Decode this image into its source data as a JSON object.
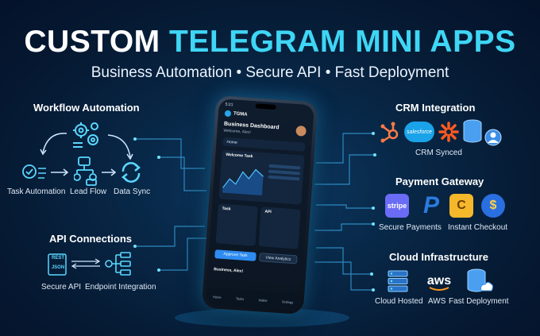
{
  "title": {
    "part1": "CUSTOM",
    "part2": "TELEGRAM MINI APPS"
  },
  "subtitle": "Business Automation • Secure API • Fast Deployment",
  "workflow": {
    "title": "Workflow Automation",
    "labels": {
      "task": "Task Automation",
      "lead": "Lead Flow",
      "sync": "Data Sync"
    }
  },
  "api": {
    "title": "API Connections",
    "labels": {
      "secure": "Secure API",
      "endpoint": "Endpoint Integration"
    },
    "rest_tag": "REST",
    "json_tag": "JSON"
  },
  "crm": {
    "title": "CRM Integration",
    "status": "CRM Synced",
    "salesforce": "salesforce"
  },
  "payment": {
    "title": "Payment Gateway",
    "labels": {
      "secure": "Secure Payments",
      "instant": "Instant Checkout"
    },
    "stripe": "stripe"
  },
  "cloud": {
    "title": "Cloud Infrastructure",
    "labels": {
      "hosted": "Cloud Hosted",
      "aws": "AWS",
      "fast": "Fast Deployment"
    },
    "aws_text": "aws"
  },
  "phone": {
    "time": "5:21",
    "app": "TGMA",
    "dashboard_title": "Business Dashboard",
    "welcome": "Welcome, Alex!",
    "home": "Home",
    "welcome_task": "Welcome Task",
    "task": "Task",
    "api": "API",
    "approve": "Approve Task",
    "analytics": "View Analytics",
    "footer_name": "Business, Alex!",
    "nav": [
      "Home",
      "Tasks",
      "Wallet",
      "Settings"
    ]
  },
  "colors": {
    "accent": "#3fd6f5",
    "glow": "#2aa6e8",
    "bg": "#061a33"
  }
}
